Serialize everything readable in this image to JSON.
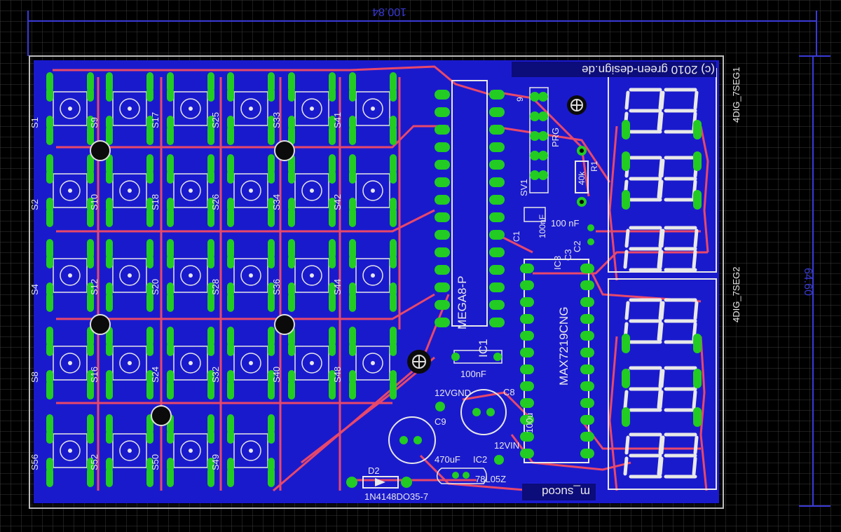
{
  "colors": {
    "background": "#000000",
    "grid": "#3a3a3a",
    "board_fill": "#1a1acd",
    "trace_top": "#e8486a",
    "pad": "#22cc22",
    "silkscreen": "#e8e8e8",
    "dimension": "#3a3ad8"
  },
  "dimensions": {
    "width": "100.84",
    "height": "64.60"
  },
  "board_text": {
    "copyright": "(c) 2010 green-design.de",
    "signature": "m_sucod",
    "power_labels": {
      "v12_gnd": "12VGND",
      "v12_in": "12VIN"
    }
  },
  "switches": [
    "S1",
    "S9",
    "S17",
    "S25",
    "S33",
    "S41",
    "S2",
    "S10",
    "S18",
    "S26",
    "S34",
    "S42",
    "S4",
    "S12",
    "S20",
    "S28",
    "S36",
    "S44",
    "S8",
    "S16",
    "S24",
    "S32",
    "S40",
    "S48",
    "S56",
    "S52",
    "S50",
    "S49"
  ],
  "components": {
    "mcu": {
      "ref": "MEGA8-P"
    },
    "driver": {
      "ref": "MAX7219CNG"
    },
    "ic3": {
      "ref": "IC3"
    },
    "display1": {
      "ref": "4DIG_7SEG1"
    },
    "display2": {
      "ref": "4DIG_7SEG2"
    },
    "header": {
      "ref": "SV1",
      "label": "PRG",
      "pin_mark": "9"
    },
    "r1": {
      "ref": "R1",
      "value": "40k"
    },
    "c1": {
      "ref": "C1",
      "value": "100nF"
    },
    "c2": {
      "ref": "C2",
      "value": "100 nF"
    },
    "c3": {
      "ref": "C3"
    },
    "c8": {
      "ref": "C8",
      "value": "100u"
    },
    "c9": {
      "ref": "C9",
      "value": "470uF"
    },
    "ic1": {
      "ref": "IC1",
      "value": "100nF"
    },
    "ic2": {
      "ref": "IC2",
      "value": "78L05Z"
    },
    "d2": {
      "ref": "D2",
      "value": "1N4148DO35-7"
    }
  }
}
